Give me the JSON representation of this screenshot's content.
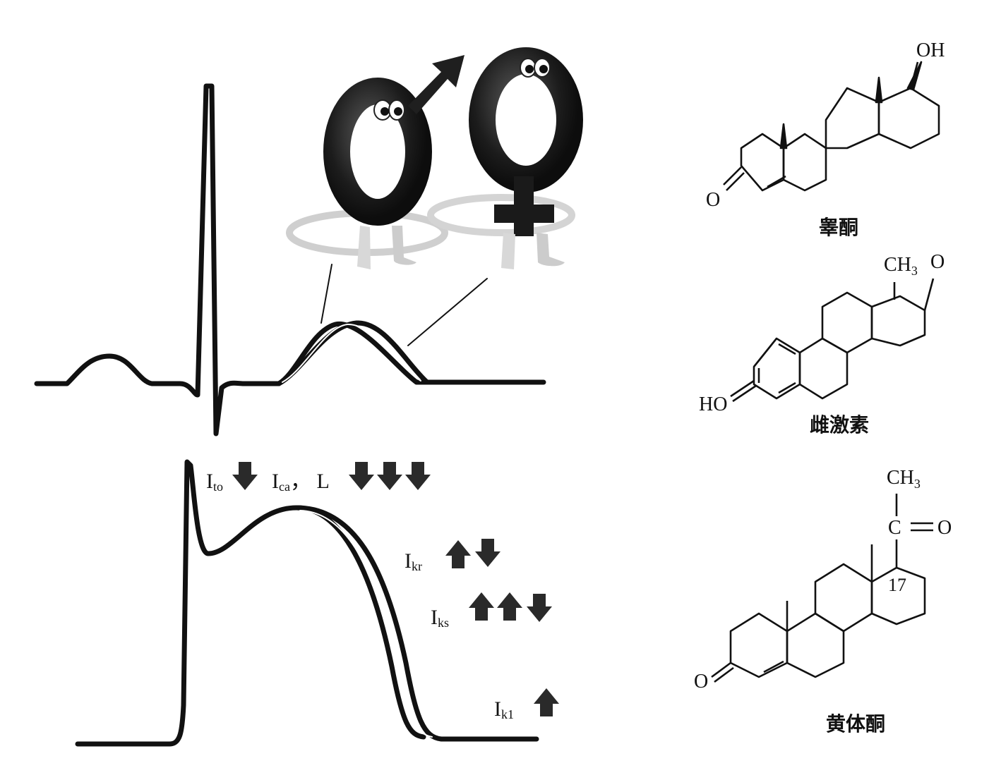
{
  "ion_currents": {
    "ito": {
      "main": "I",
      "sub": "to"
    },
    "ica": {
      "main": "I",
      "sub": "ca",
      "suffix": "，  L"
    },
    "ikr": {
      "main": "I",
      "sub": "kr"
    },
    "iks": {
      "main": "I",
      "sub": "ks"
    },
    "ik1": {
      "main": "I",
      "sub": "k1"
    }
  },
  "molecules": {
    "testosterone": {
      "name": "睾酮",
      "oh": "OH",
      "o": "O"
    },
    "estrone": {
      "name": "雌激素",
      "ch3": "CH",
      "ch3_sub": "3",
      "o": "O",
      "ho": "HO"
    },
    "progesterone": {
      "name": "黄体酮",
      "ch3": "CH",
      "ch3_sub": "3",
      "c": "C",
      "o_keto": "O",
      "c17": "17",
      "o": "O"
    }
  },
  "colors": {
    "ink": "#111111",
    "arrow": "#2a2a2a",
    "ring": "#1a1a1a"
  }
}
